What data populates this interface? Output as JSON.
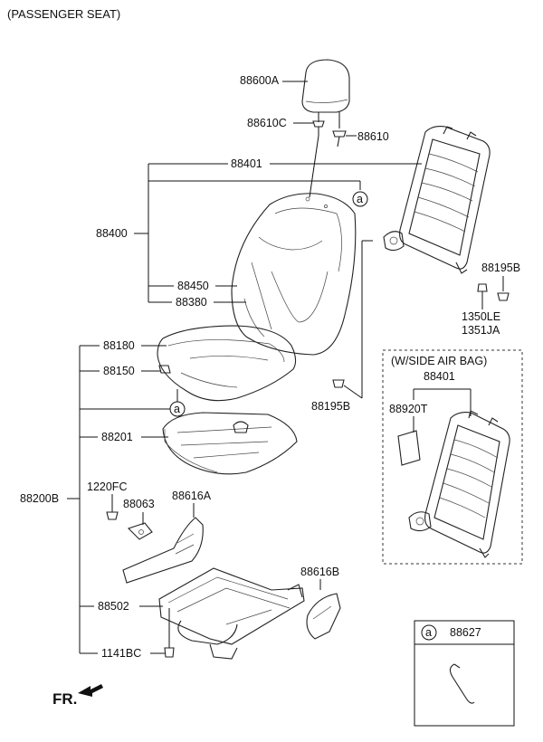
{
  "title": "(PASSENGER SEAT)",
  "parts": {
    "p88600A": "88600A",
    "p88610C": "88610C",
    "p88610": "88610",
    "p88401": "88401",
    "p88400": "88400",
    "p88450": "88450",
    "p88380": "88380",
    "p88195B_top": "88195B",
    "p1350LE": "1350LE",
    "p1351JA": "1351JA",
    "p88180": "88180",
    "p88150": "88150",
    "p88195B_bottom": "88195B",
    "p88201": "88201",
    "p88200B": "88200B",
    "p1220FC": "1220FC",
    "p88063": "88063",
    "p88616A": "88616A",
    "p88616B": "88616B",
    "p88502": "88502",
    "p1141BC": "1141BC",
    "airbag_title": "(W/SIDE AIR BAG)",
    "airbag_88401": "88401",
    "airbag_88920T": "88920T",
    "legend_ref": "a",
    "legend_part": "88627",
    "callout_a": "a",
    "fr": "FR."
  }
}
